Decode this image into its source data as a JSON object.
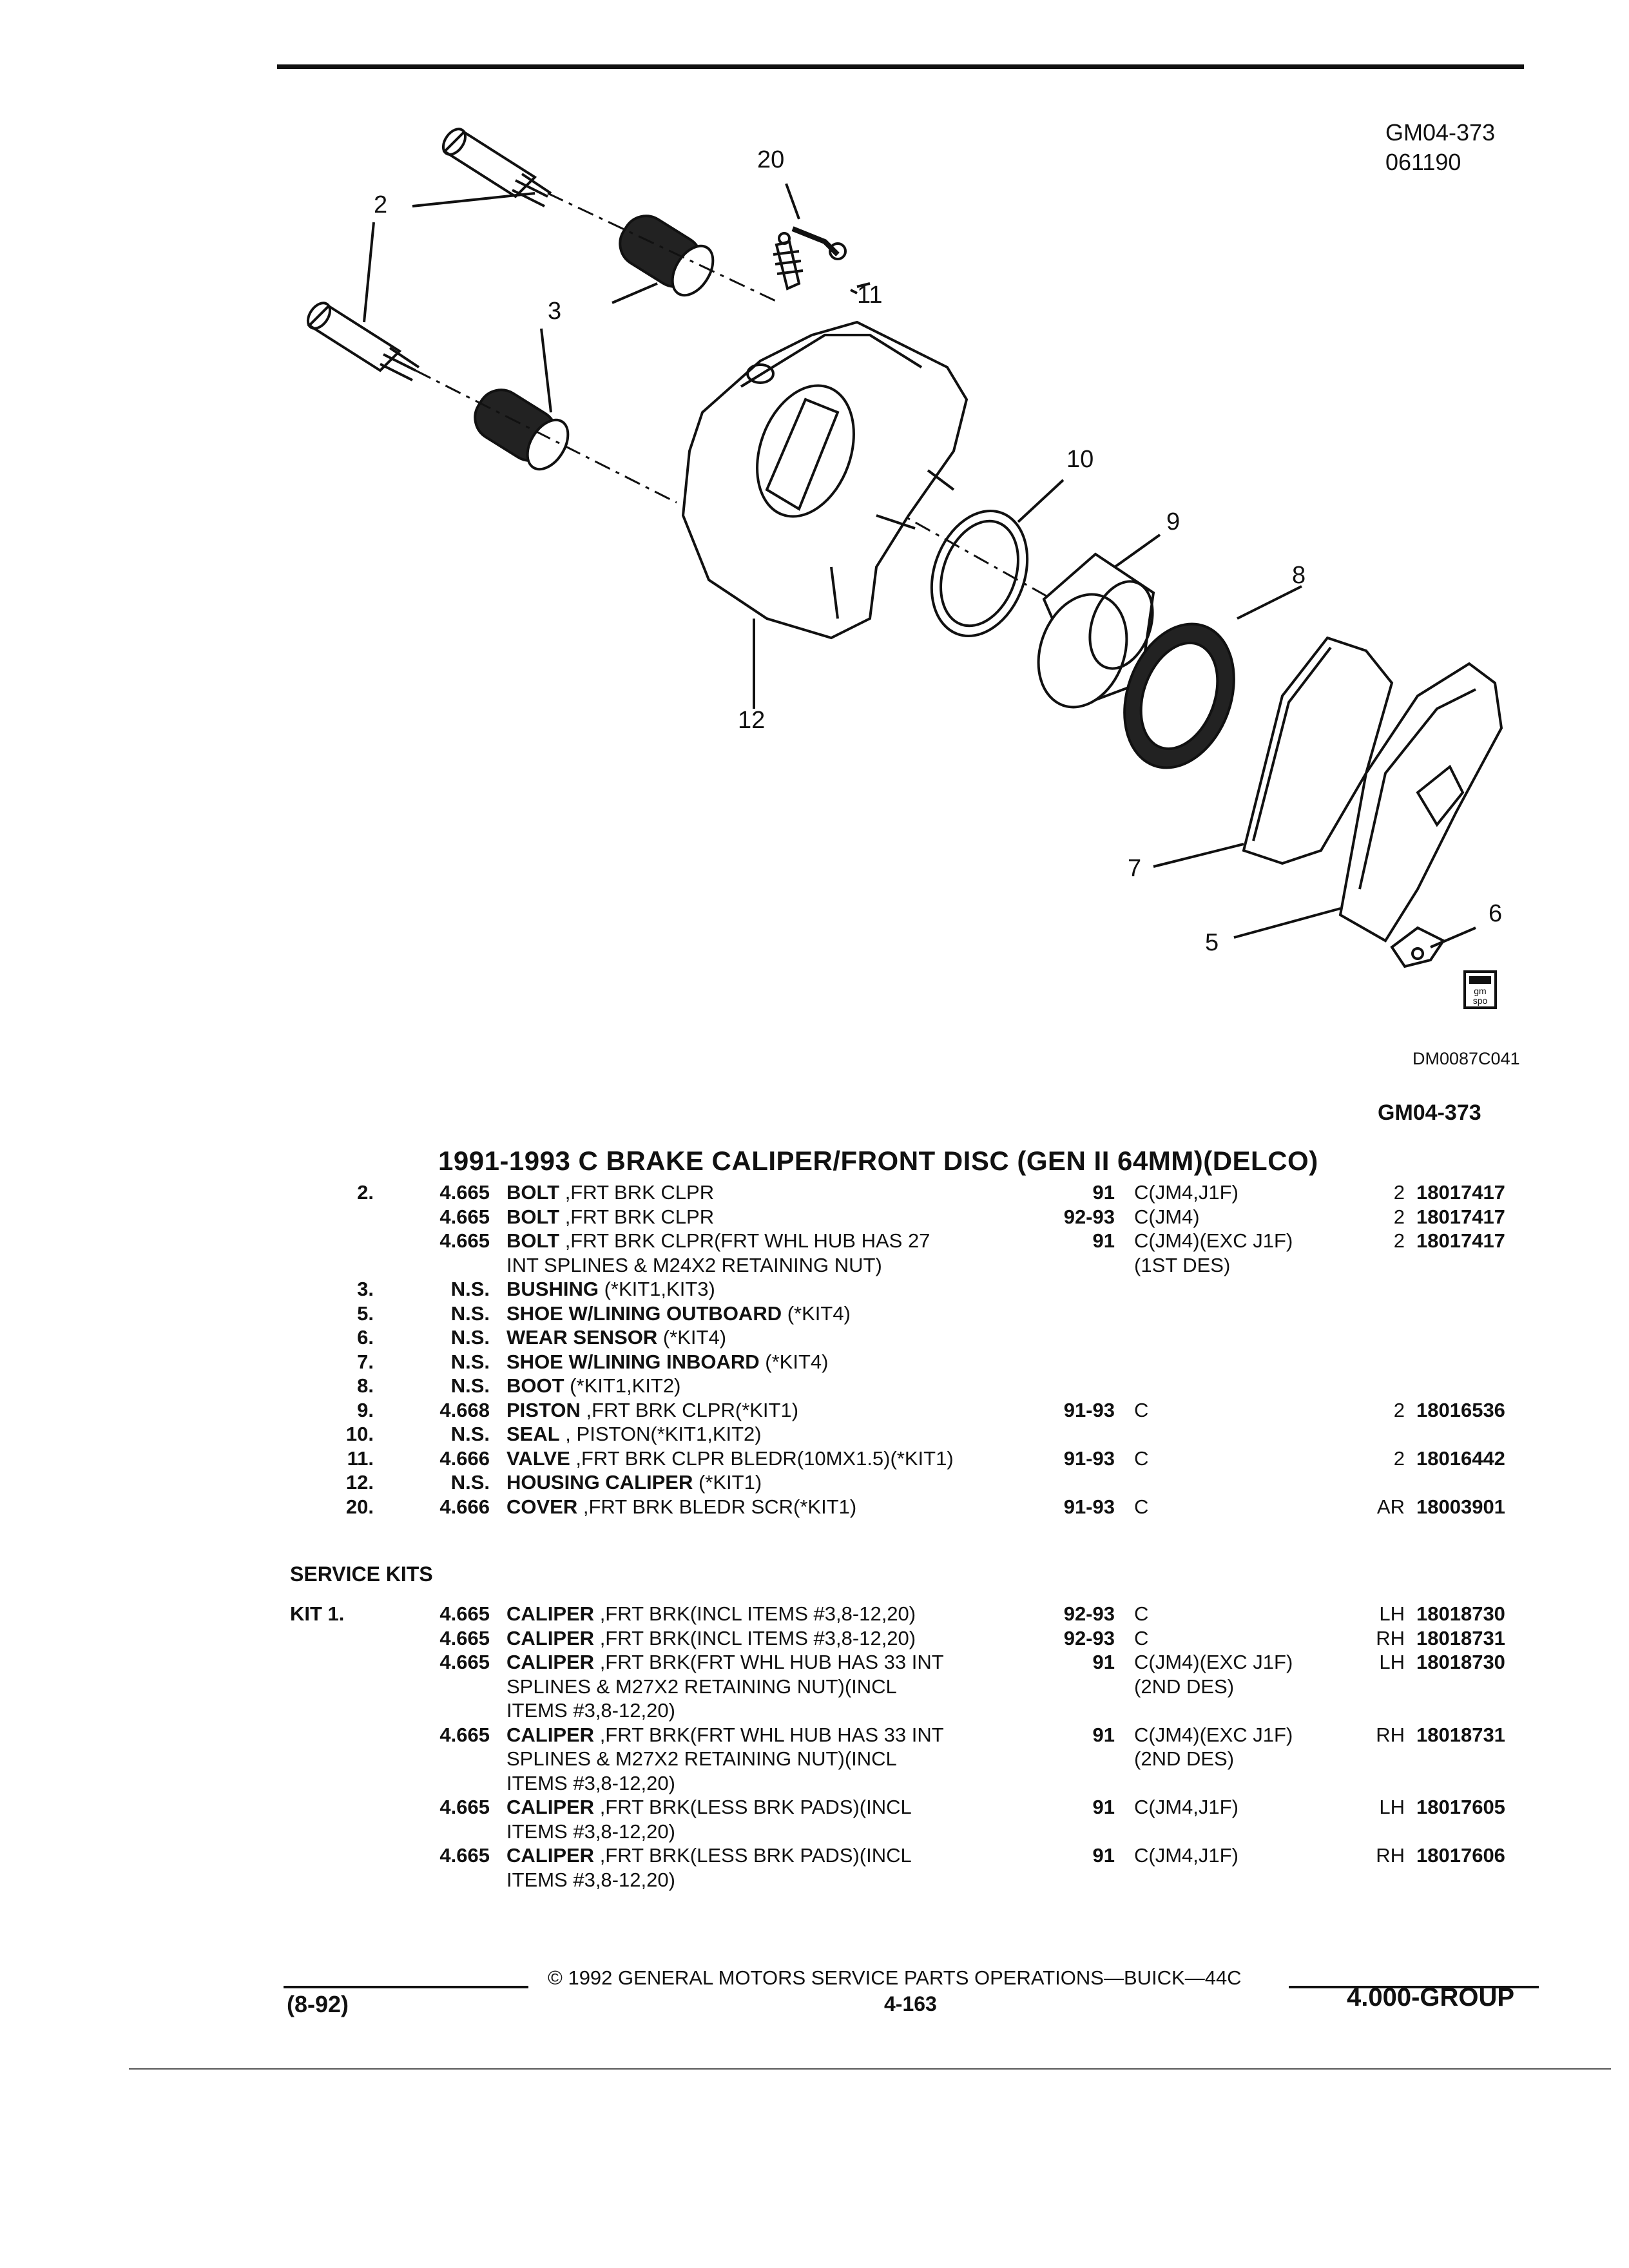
{
  "doc_code": "GM04-373",
  "doc_date": "061190",
  "illus_code": "DM0087C041",
  "section_code": "GM04-373",
  "logo_text": "gm spo",
  "callouts": [
    "20",
    "2",
    "11",
    "3",
    "10",
    "9",
    "8",
    "12",
    "7",
    "5",
    "6"
  ],
  "title": "1991-1993 C BRAKE CALIPER/FRONT DISC (GEN II 64MM)(DELCO)",
  "parts": [
    {
      "item": "2.",
      "group": "4.665",
      "name": "BOLT",
      "desc": " ,FRT BRK CLPR",
      "year": "91",
      "opt": "C(JM4,J1F)",
      "qty": "2",
      "part": "18017417"
    },
    {
      "item": "",
      "group": "4.665",
      "name": "BOLT",
      "desc": " ,FRT BRK CLPR",
      "year": "92-93",
      "opt": "C(JM4)",
      "qty": "2",
      "part": "18017417"
    },
    {
      "item": "",
      "group": "4.665",
      "name": "BOLT",
      "desc": " ,FRT BRK CLPR(FRT WHL HUB HAS 27",
      "year": "91",
      "opt": "C(JM4)(EXC J1F)",
      "qty": "2",
      "part": "18017417"
    },
    {
      "item": "",
      "group": "",
      "name": "",
      "desc": "INT SPLINES & M24X2 RETAINING NUT)",
      "year": "",
      "opt": "(1ST DES)",
      "qty": "",
      "part": ""
    },
    {
      "item": "3.",
      "group": "N.S.",
      "name": "BUSHING",
      "desc": " (*KIT1,KIT3)",
      "year": "",
      "opt": "",
      "qty": "",
      "part": ""
    },
    {
      "item": "5.",
      "group": "N.S.",
      "name": "SHOE W/LINING OUTBOARD",
      "desc": " (*KIT4)",
      "year": "",
      "opt": "",
      "qty": "",
      "part": ""
    },
    {
      "item": "6.",
      "group": "N.S.",
      "name": "WEAR SENSOR",
      "desc": " (*KIT4)",
      "year": "",
      "opt": "",
      "qty": "",
      "part": ""
    },
    {
      "item": "7.",
      "group": "N.S.",
      "name": "SHOE W/LINING INBOARD",
      "desc": " (*KIT4)",
      "year": "",
      "opt": "",
      "qty": "",
      "part": ""
    },
    {
      "item": "8.",
      "group": "N.S.",
      "name": "BOOT",
      "desc": " (*KIT1,KIT2)",
      "year": "",
      "opt": "",
      "qty": "",
      "part": ""
    },
    {
      "item": "9.",
      "group": "4.668",
      "name": "PISTON",
      "desc": " ,FRT BRK CLPR(*KIT1)",
      "year": "91-93",
      "opt": "C",
      "qty": "2",
      "part": "18016536"
    },
    {
      "item": "10.",
      "group": "N.S.",
      "name": "SEAL",
      "desc": " , PISTON(*KIT1,KIT2)",
      "year": "",
      "opt": "",
      "qty": "",
      "part": ""
    },
    {
      "item": "11.",
      "group": "4.666",
      "name": "VALVE",
      "desc": " ,FRT BRK CLPR BLEDR(10MX1.5)(*KIT1)",
      "year": "91-93",
      "opt": "C",
      "qty": "2",
      "part": "18016442"
    },
    {
      "item": "12.",
      "group": "N.S.",
      "name": "HOUSING CALIPER",
      "desc": " (*KIT1)",
      "year": "",
      "opt": "",
      "qty": "",
      "part": ""
    },
    {
      "item": "20.",
      "group": "4.666",
      "name": "COVER",
      "desc": " ,FRT BRK BLEDR SCR(*KIT1)",
      "year": "91-93",
      "opt": "C",
      "qty": "AR",
      "part": "18003901"
    }
  ],
  "service_kits_heading": "SERVICE KITS",
  "kits": [
    {
      "item": "KIT 1.",
      "group": "4.665",
      "name": "CALIPER",
      "desc": " ,FRT BRK(INCL ITEMS #3,8-12,20)",
      "year": "92-93",
      "opt": "C",
      "qty": "LH",
      "part": "18018730"
    },
    {
      "item": "",
      "group": "4.665",
      "name": "CALIPER",
      "desc": " ,FRT BRK(INCL ITEMS #3,8-12,20)",
      "year": "92-93",
      "opt": "C",
      "qty": "RH",
      "part": "18018731"
    },
    {
      "item": "",
      "group": "4.665",
      "name": "CALIPER",
      "desc": " ,FRT BRK(FRT WHL HUB HAS 33 INT",
      "year": "91",
      "opt": "C(JM4)(EXC J1F)",
      "qty": "LH",
      "part": "18018730"
    },
    {
      "item": "",
      "group": "",
      "name": "",
      "desc": "SPLINES & M27X2 RETAINING NUT)(INCL",
      "year": "",
      "opt": "(2ND DES)",
      "qty": "",
      "part": ""
    },
    {
      "item": "",
      "group": "",
      "name": "",
      "desc": "ITEMS #3,8-12,20)",
      "year": "",
      "opt": "",
      "qty": "",
      "part": ""
    },
    {
      "item": "",
      "group": "4.665",
      "name": "CALIPER",
      "desc": " ,FRT BRK(FRT WHL HUB HAS 33 INT",
      "year": "91",
      "opt": "C(JM4)(EXC J1F)",
      "qty": "RH",
      "part": "18018731"
    },
    {
      "item": "",
      "group": "",
      "name": "",
      "desc": "SPLINES & M27X2 RETAINING NUT)(INCL",
      "year": "",
      "opt": "(2ND DES)",
      "qty": "",
      "part": ""
    },
    {
      "item": "",
      "group": "",
      "name": "",
      "desc": "ITEMS #3,8-12,20)",
      "year": "",
      "opt": "",
      "qty": "",
      "part": ""
    },
    {
      "item": "",
      "group": "4.665",
      "name": "CALIPER",
      "desc": " ,FRT BRK(LESS BRK PADS)(INCL",
      "year": "91",
      "opt": "C(JM4,J1F)",
      "qty": "LH",
      "part": "18017605"
    },
    {
      "item": "",
      "group": "",
      "name": "",
      "desc": "ITEMS #3,8-12,20)",
      "year": "",
      "opt": "",
      "qty": "",
      "part": ""
    },
    {
      "item": "",
      "group": "4.665",
      "name": "CALIPER",
      "desc": " ,FRT BRK(LESS BRK PADS)(INCL",
      "year": "91",
      "opt": "C(JM4,J1F)",
      "qty": "RH",
      "part": "18017606"
    },
    {
      "item": "",
      "group": "",
      "name": "",
      "desc": "ITEMS #3,8-12,20)",
      "year": "",
      "opt": "",
      "qty": "",
      "part": ""
    }
  ],
  "footer": {
    "copyright": "© 1992 GENERAL MOTORS SERVICE PARTS OPERATIONS—BUICK—44C",
    "date": "(8-92)",
    "page": "4-163",
    "group": "4.000-GROUP"
  }
}
